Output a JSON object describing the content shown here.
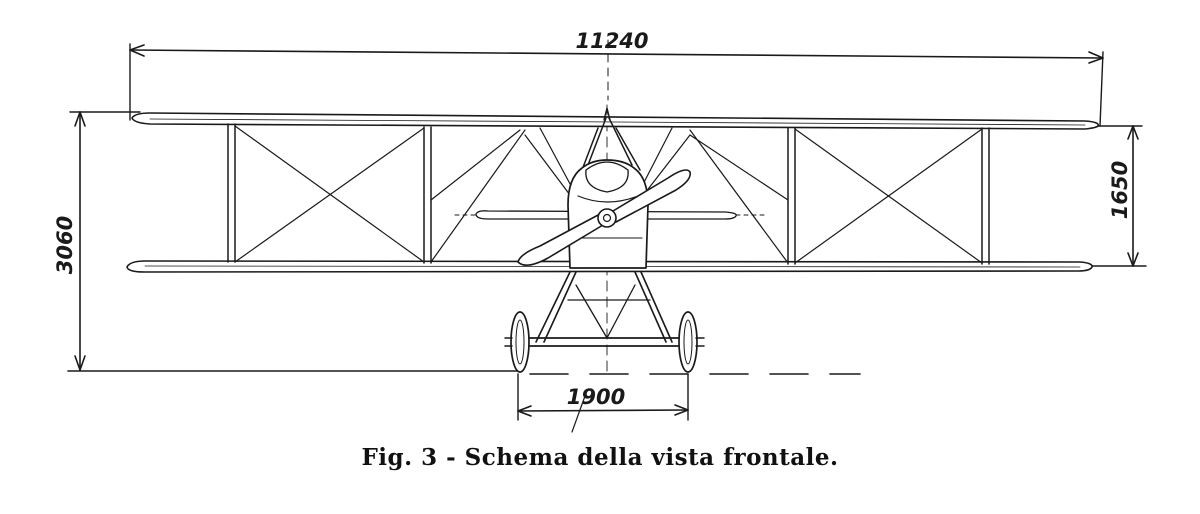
{
  "figure": {
    "caption": "Fig. 3 - Schema della vista frontale.",
    "dimensions": {
      "wingspan": "11240",
      "overall_height": "3060",
      "wing_gap": "1650",
      "wheel_track": "1900"
    }
  }
}
